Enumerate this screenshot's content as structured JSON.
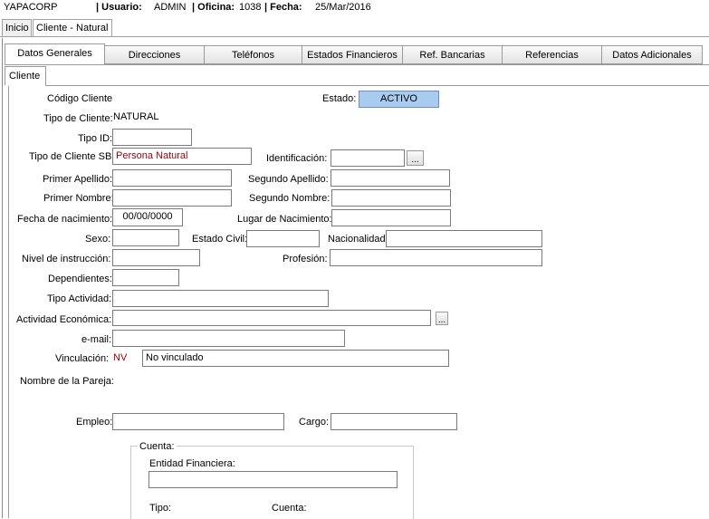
{
  "header": {
    "company": "YAPACORP",
    "usuario_label": "| Usuario:",
    "usuario_value": "ADMIN",
    "oficina_label": "| Oficina:",
    "oficina_value": "1038",
    "fecha_label": "| Fecha:",
    "fecha_value": "25/Mar/2016"
  },
  "top_tabs": [
    {
      "label": "Inicio"
    },
    {
      "label": "Cliente - Natural"
    }
  ],
  "main_tabs": [
    {
      "label": "Datos Generales"
    },
    {
      "label": "Direcciones"
    },
    {
      "label": "Teléfonos"
    },
    {
      "label": "Estados Financieros"
    },
    {
      "label": "Ref. Bancarias"
    },
    {
      "label": "Referencias"
    },
    {
      "label": "Datos Adicionales"
    }
  ],
  "sub_tab": {
    "label": "Cliente"
  },
  "form": {
    "codigo_cliente_label": "Código Cliente",
    "estado_label": "Estado:",
    "estado_value": "ACTIVO",
    "tipo_cliente_label": "Tipo de Cliente:",
    "tipo_cliente_value": "NATURAL",
    "tipo_id_label": "Tipo ID:",
    "tipo_cliente_sb_label": "Tipo de Cliente SB:",
    "tipo_cliente_sb_value": "Persona Natural",
    "identificacion_label": "Identificación:",
    "primer_apellido_label": "Primer Apellido:",
    "segundo_apellido_label": "Segundo Apellido:",
    "primer_nombre_label": "Primer Nombre:",
    "segundo_nombre_label": "Segundo Nombre:",
    "fecha_nacimiento_label": "Fecha de nacimiento:",
    "fecha_nacimiento_value": "00/00/0000",
    "lugar_nacimiento_label": "Lugar de Nacimiento:",
    "sexo_label": "Sexo:",
    "estado_civil_label": "Estado Civil:",
    "nacionalidad_label": "Nacionalidad:",
    "nivel_instruccion_label": "Nivel de instrucción:",
    "profesion_label": "Profesión:",
    "dependientes_label": "Dependientes:",
    "tipo_actividad_label": "Tipo Actividad:",
    "actividad_economica_label": "Actividad Económica:",
    "email_label": "e-mail:",
    "vinculacion_label": "Vinculación:",
    "vinculacion_code": "NV",
    "vinculacion_value": "No vinculado",
    "nombre_pareja_label": "Nombre de la Pareja:",
    "empleo_label": "Empleo:",
    "cargo_label": "Cargo:",
    "ellipsis": "..."
  },
  "cuenta_group": {
    "title": "Cuenta:",
    "entidad_label": "Entidad Financiera:",
    "tipo_label": "Tipo:",
    "cuenta_label": "Cuenta:"
  },
  "colors": {
    "estado_badge": "#a9cbf0",
    "red_text": "#a0000a"
  }
}
